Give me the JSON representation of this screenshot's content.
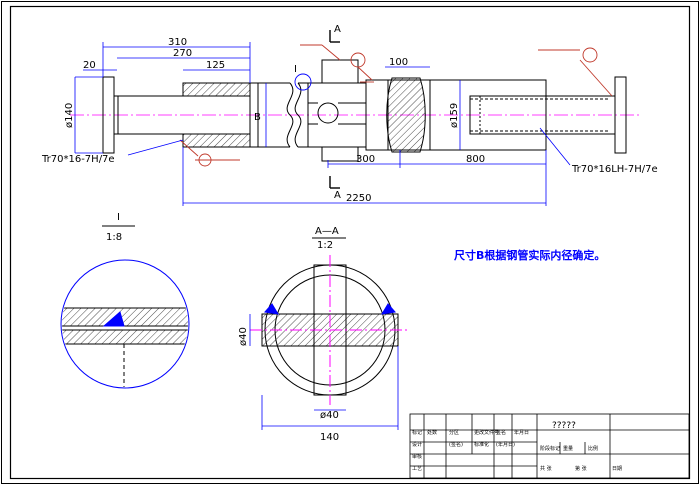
{
  "colors": {
    "outline": "#000000",
    "dimension": "#0000ff",
    "centerline": "#ff00ff",
    "leader": "#c0392b",
    "weld": "#0000ff"
  },
  "main_view": {
    "section_mark": "A",
    "detail_mark": "I",
    "dims": {
      "d310": "310",
      "d270": "270",
      "d125": "125",
      "d20": "20",
      "d100": "100",
      "dia140": "ø140",
      "dia159": "ø159",
      "b": "B",
      "d300": "300",
      "d800": "800",
      "d2250": "2250"
    },
    "thread_left": "Tr70*16-7H/7e",
    "thread_right": "Tr70*16LH-7H/7e"
  },
  "detail_view": {
    "mark": "I",
    "scale": "1:8"
  },
  "section_view": {
    "mark": "A—A",
    "scale": "1:2",
    "dia40_left": "ø40",
    "dia40_bottom": "ø40",
    "width_140": "140"
  },
  "note": "尺寸B根据钢管实际内径确定。",
  "title_block": {
    "drawing_title": "?????",
    "cells": [
      "标记",
      "处数",
      "分区",
      "更改文件号",
      "签名",
      "年月日",
      "设计",
      "审核",
      "工艺",
      "(签名)",
      "(年月日)",
      "标准化",
      "阶段标记",
      "重量",
      "比例",
      "共 张",
      "第 张",
      "日期"
    ]
  }
}
